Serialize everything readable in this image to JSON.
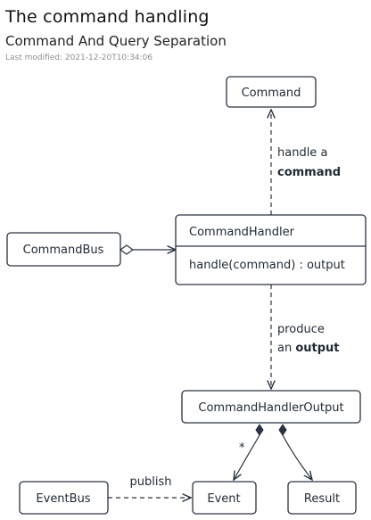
{
  "header": {
    "title": "The command handling",
    "subtitle": "Command And Query Separation",
    "last_modified": "Last modified: 2021-12-20T10:34:06"
  },
  "nodes": {
    "command": "Command",
    "command_bus": "CommandBus",
    "command_handler": {
      "name": "CommandHandler",
      "method": "handle(command) : output"
    },
    "command_handler_output": "CommandHandlerOutput",
    "event_bus": "EventBus",
    "event": "Event",
    "result": "Result"
  },
  "edges": {
    "handle_label_line1": "handle a",
    "handle_label_line2": "command",
    "produce_label_line1": "produce",
    "produce_label_line2_prefix": "an ",
    "produce_label_line2_bold": "output",
    "publish_label": "publish",
    "event_multiplicity": "*"
  },
  "colors": {
    "stroke": "#2a3340",
    "text": "#1f2933",
    "muted": "#8a8f95"
  }
}
